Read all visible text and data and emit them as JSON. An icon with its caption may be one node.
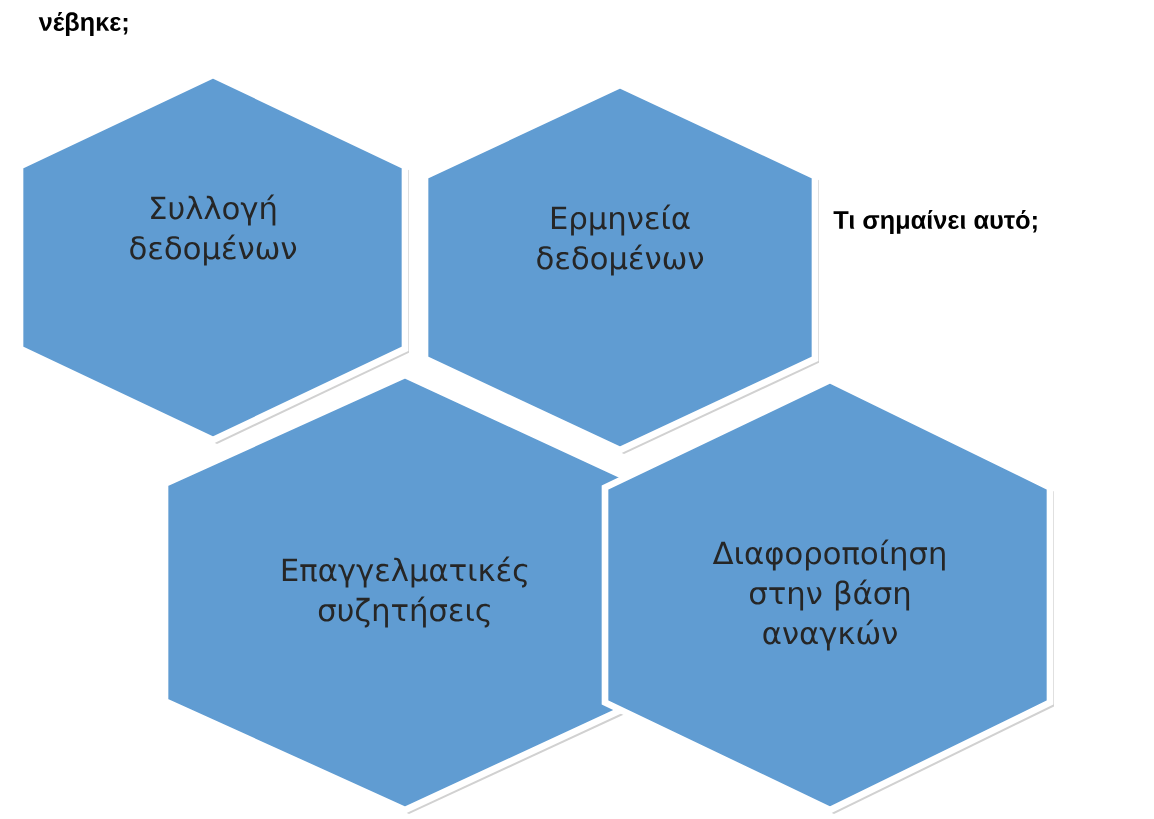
{
  "diagram": {
    "nodes": [
      {
        "text": [
          "Συλλογή δεδομένων"
        ]
      },
      {
        "text": [
          "Ερμηνεία δεδομένων"
        ]
      },
      {
        "text": [
          "Επαγγελματικές συζητήσεις"
        ]
      },
      {
        "text": [
          "Διαφοροποίηση στην βάση αναγκών"
        ]
      }
    ],
    "labels": [
      "νέβηκε;",
      "Τι σημαίνει αυτό;"
    ]
  }
}
